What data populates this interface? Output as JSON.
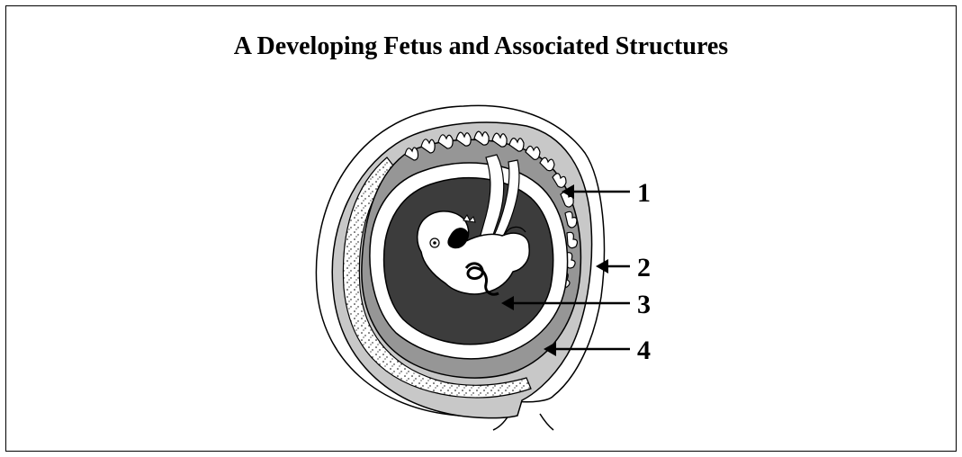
{
  "diagram": {
    "title": "A Developing Fetus and Associated Structures",
    "labels": [
      {
        "id": "1",
        "text": "1"
      },
      {
        "id": "2",
        "text": "2"
      },
      {
        "id": "3",
        "text": "3"
      },
      {
        "id": "4",
        "text": "4"
      }
    ],
    "colors": {
      "outline": "#000000",
      "uterine_wall": "#ffffff",
      "placenta_light": "#c8c8c8",
      "placenta_mid": "#969696",
      "amniotic_dark": "#3c3c3c",
      "fetus": "#ffffff"
    }
  }
}
